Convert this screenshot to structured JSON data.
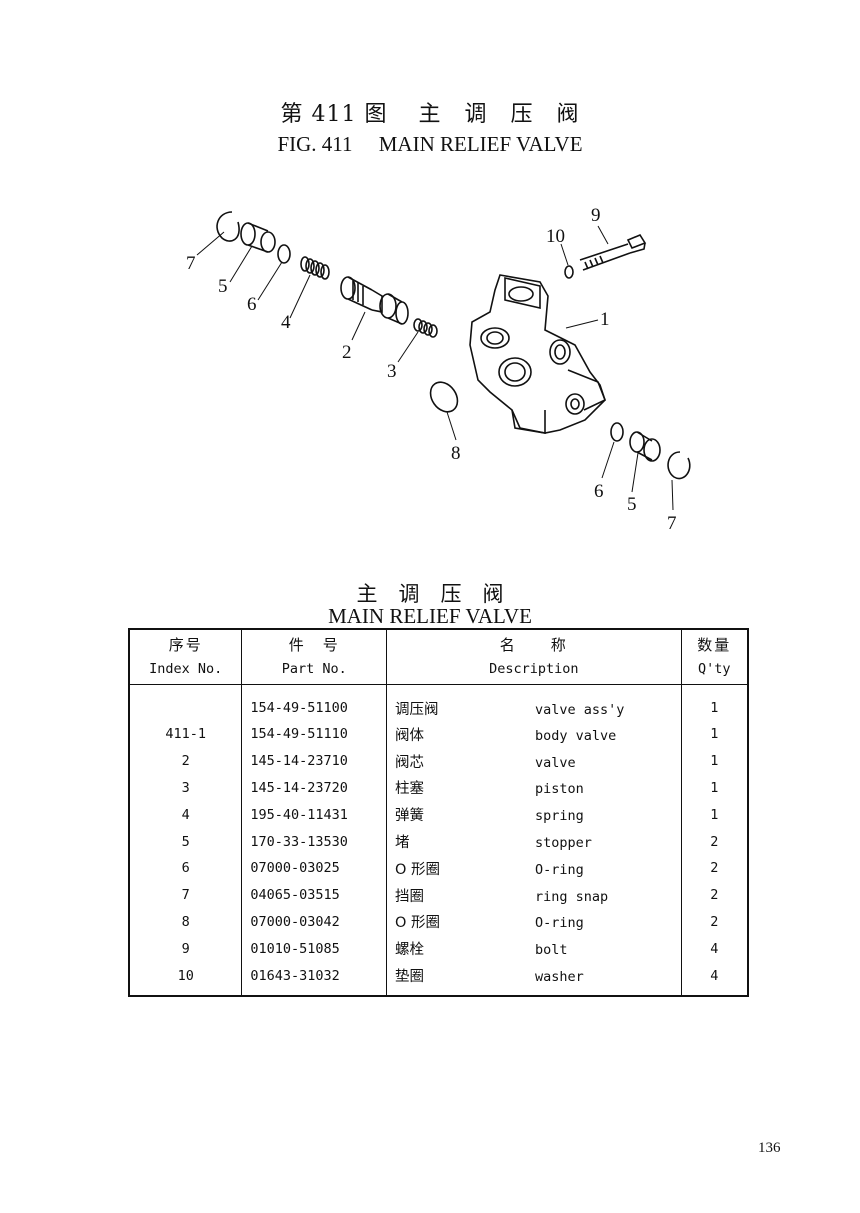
{
  "title": {
    "cn": "第 411 图　 主　调　压　阀",
    "en": "FIG. 411　 MAIN RELIEF VALVE"
  },
  "diagram": {
    "callouts": [
      "7",
      "5",
      "6",
      "4",
      "2",
      "3",
      "8",
      "10",
      "9",
      "1",
      "6",
      "5",
      "7"
    ]
  },
  "table_title": {
    "cn": "主　调　压　阀",
    "en": "MAIN RELIEF VALVE"
  },
  "table": {
    "headers": [
      {
        "cn": "序号",
        "en": "Index No."
      },
      {
        "cn": "件　号",
        "en": "Part No."
      },
      {
        "cn": "名　　称",
        "en": "Description"
      },
      {
        "cn": "数量",
        "en": "Q'ty"
      }
    ],
    "rows": [
      {
        "index": "",
        "part_no": "154-49-51100",
        "desc_cn": "调压阀",
        "desc_en": "valve ass'y",
        "qty": "1"
      },
      {
        "index": "411-1",
        "part_no": "154-49-51110",
        "desc_cn": "阀体",
        "desc_en": "body valve",
        "qty": "1"
      },
      {
        "index": "2",
        "part_no": "145-14-23710",
        "desc_cn": "阀芯",
        "desc_en": "valve",
        "qty": "1"
      },
      {
        "index": "3",
        "part_no": "145-14-23720",
        "desc_cn": "柱塞",
        "desc_en": "piston",
        "qty": "1"
      },
      {
        "index": "4",
        "part_no": "195-40-11431",
        "desc_cn": "弹簧",
        "desc_en": "spring",
        "qty": "1"
      },
      {
        "index": "5",
        "part_no": "170-33-13530",
        "desc_cn": "堵",
        "desc_en": "stopper",
        "qty": "2"
      },
      {
        "index": "6",
        "part_no": "07000-03025",
        "desc_cn": "O 形圈",
        "desc_en": "O-ring",
        "qty": "2"
      },
      {
        "index": "7",
        "part_no": "04065-03515",
        "desc_cn": "挡圈",
        "desc_en": "ring snap",
        "qty": "2"
      },
      {
        "index": "8",
        "part_no": "07000-03042",
        "desc_cn": "O 形圈",
        "desc_en": "O-ring",
        "qty": "2"
      },
      {
        "index": "9",
        "part_no": "01010-51085",
        "desc_cn": "螺栓",
        "desc_en": "bolt",
        "qty": "4"
      },
      {
        "index": "10",
        "part_no": "01643-31032",
        "desc_cn": "垫圈",
        "desc_en": "washer",
        "qty": "4"
      }
    ]
  },
  "page_number": "136"
}
